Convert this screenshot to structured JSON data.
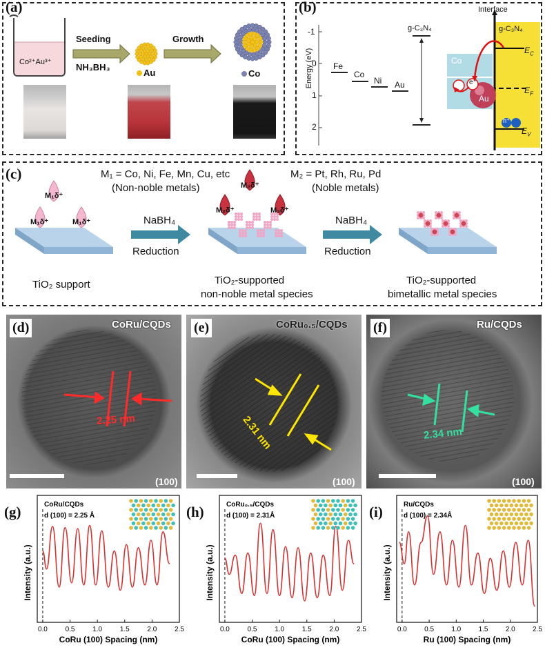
{
  "panel_a": {
    "label": "(a)",
    "beaker_label": "Co²⁺Au³⁺",
    "step1": "Seeding",
    "reagent": "NH₃BH₃",
    "step2": "Growth",
    "au": "Au",
    "co": "Co",
    "colors": {
      "solution": "#f6d8dd",
      "gold": "#f2c21a",
      "cobalt": "#7b84b0",
      "photo_red": "#b8343a",
      "photo_black": "#151515"
    }
  },
  "panel_b": {
    "label": "(b)",
    "ylabel": "Energy (eV)",
    "yticks": [
      "-1",
      "0",
      "1",
      "2"
    ],
    "levels": [
      "Fe",
      "Co",
      "Ni",
      "Au"
    ],
    "semiconductor": "g-C₃N₄",
    "interface": "Interface",
    "co": "Co",
    "au": "Au",
    "gcn": "g-C₃N₄",
    "ec": "E",
    "ec_sub": "C",
    "ef": "E",
    "ef_sub": "F",
    "ev": "E",
    "ev_sub": "V",
    "electron": "e⁻",
    "hole": "h⁺"
  },
  "panel_c": {
    "label": "(c)",
    "m1": "M₁ = Co, Ni, Fe, Mn, Cu, etc",
    "m1_note": "(Non-noble metals)",
    "m2": "M₂ = Pt, Rh, Ru, Pd",
    "m2_note": "(Noble metals)",
    "arrow1_top": "NaBH₄",
    "arrow1_bottom": "Reduction",
    "arrow2_top": "NaBH₄",
    "arrow2_bottom": "Reduction",
    "cap1": "TiO₂ support",
    "cap2a": "TiO₂-supported",
    "cap2b": "non-noble metal species",
    "cap3a": "TiO₂-supported",
    "cap3b": "bimetallic metal species",
    "m1_ion": "M₁δ⁺",
    "m2_ion": "M₂δ⁺"
  },
  "tem": [
    {
      "label": "(d)",
      "name": "CoRu/CQDs",
      "spacing": "2.25 nm",
      "index": "(100)",
      "color": "#ff2a2a"
    },
    {
      "label": "(e)",
      "name": "CoRu₀.₅/CQDs",
      "spacing": "2.31 nm",
      "index": "(100)",
      "color": "#ffe600"
    },
    {
      "label": "(f)",
      "name": "Ru/CQDs",
      "spacing": "2.34 nm",
      "index": "(100)",
      "color": "#33e0a0"
    }
  ],
  "chart_data": [
    {
      "type": "line",
      "label": "(g)",
      "title": "CoRu/CQDs",
      "annotation": "d (100) = 2.25 Å",
      "xlabel": "CoRu (100) Spacing (nm)",
      "ylabel": "Intensity (a.u.)",
      "xlim": [
        -0.1,
        2.5
      ],
      "xticks": [
        0.0,
        0.5,
        1.0,
        1.5,
        2.0,
        2.5
      ],
      "x": [
        0.0,
        0.07,
        0.18,
        0.3,
        0.41,
        0.53,
        0.64,
        0.75,
        0.86,
        0.97,
        1.08,
        1.2,
        1.31,
        1.42,
        1.53,
        1.64,
        1.75,
        1.87,
        1.98,
        2.09,
        2.2,
        2.32
      ],
      "y": [
        0.62,
        0.45,
        0.85,
        0.28,
        0.84,
        0.32,
        0.83,
        0.3,
        0.86,
        0.3,
        0.81,
        0.28,
        0.62,
        0.25,
        0.68,
        0.28,
        0.65,
        0.3,
        0.72,
        0.3,
        0.8,
        0.5
      ],
      "color": "#d93030"
    },
    {
      "type": "line",
      "label": "(h)",
      "title": "CoRu₀.₅/CQDs",
      "annotation": "d (100) = 2.31Å",
      "xlabel": "CoRu (100) Spacing (nm)",
      "ylabel": "Intensity (a.u.)",
      "xlim": [
        -0.1,
        2.5
      ],
      "xticks": [
        0.0,
        0.5,
        1.0,
        1.5,
        2.0,
        2.5
      ],
      "x": [
        0.0,
        0.08,
        0.19,
        0.31,
        0.42,
        0.54,
        0.65,
        0.77,
        0.88,
        1.0,
        1.11,
        1.23,
        1.34,
        1.46,
        1.57,
        1.69,
        1.8,
        1.92,
        2.03,
        2.15,
        2.26,
        2.36
      ],
      "y": [
        0.55,
        0.4,
        0.58,
        0.22,
        0.6,
        0.2,
        0.88,
        0.22,
        0.82,
        0.2,
        0.66,
        0.18,
        0.65,
        0.15,
        0.6,
        0.18,
        0.58,
        0.2,
        0.85,
        0.25,
        0.72,
        0.5
      ],
      "color": "#d93030"
    },
    {
      "type": "line",
      "label": "(i)",
      "title": "Ru/CQDs",
      "annotation": "d (100) = 2.34Å",
      "xlabel": "Ru (100) Spacing (nm)",
      "ylabel": "Intensity (a.u.)",
      "xlim": [
        -0.1,
        2.5
      ],
      "xticks": [
        0.0,
        0.5,
        1.0,
        1.5,
        2.0,
        2.5
      ],
      "x": [
        -0.05,
        0.04,
        0.12,
        0.23,
        0.35,
        0.47,
        0.58,
        0.7,
        0.82,
        0.93,
        1.05,
        1.17,
        1.28,
        1.4,
        1.52,
        1.63,
        1.75,
        1.87,
        1.98,
        2.1,
        2.22,
        2.33,
        2.45
      ],
      "y": [
        0.7,
        0.5,
        0.8,
        0.3,
        0.7,
        0.95,
        0.4,
        0.8,
        0.3,
        0.72,
        0.28,
        0.86,
        0.3,
        0.6,
        0.22,
        0.55,
        0.25,
        0.62,
        0.28,
        0.7,
        0.3,
        0.72,
        0.1
      ],
      "color": "#d93030"
    }
  ]
}
